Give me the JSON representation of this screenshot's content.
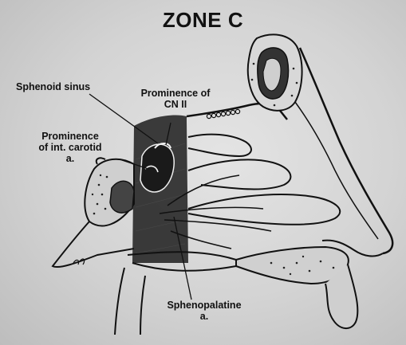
{
  "title": "ZONE C",
  "labels": {
    "sphenoid_sinus": "Sphenoid sinus",
    "prominence_cn2": [
      "Prominence of",
      "CN II"
    ],
    "prominence_carotid": [
      "Prominence",
      "of int. carotid",
      "a."
    ],
    "sphenopalatine": [
      "Sphenopalatine",
      "a."
    ]
  },
  "colors": {
    "ink": "#111111",
    "shaded_zone": "#2e2e2e",
    "background": "#d6d6d6"
  }
}
